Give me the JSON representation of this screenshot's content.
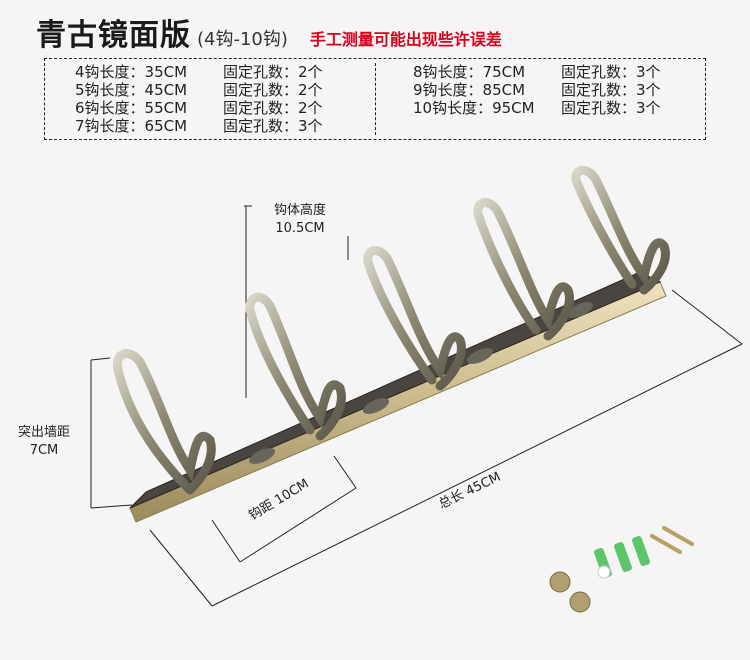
{
  "header": {
    "title": "青古镜面版",
    "subtitle": "(4钩-10钩)",
    "note": "手工测量可能出现些许误差"
  },
  "specs": {
    "left": [
      {
        "length": "4钩长度：35CM",
        "holes": "固定孔数：2个"
      },
      {
        "length": "5钩长度：45CM",
        "holes": "固定孔数：2个"
      },
      {
        "length": "6钩长度：55CM",
        "holes": "固定孔数：2个"
      },
      {
        "length": "7钩长度：65CM",
        "holes": "固定孔数：3个"
      }
    ],
    "right": [
      {
        "length": "8钩长度：75CM",
        "holes": "固定孔数：3个"
      },
      {
        "length": "9钩长度：85CM",
        "holes": "固定孔数：3个"
      },
      {
        "length": "10钩长度：95CM",
        "holes": "固定孔数：3个"
      }
    ]
  },
  "dimensions": {
    "hook_height_label": "钩体高度",
    "hook_height_value": "10.5CM",
    "wall_distance_label": "突出墙距",
    "wall_distance_value": "7CM",
    "hook_spacing": "钩距  10CM",
    "total_length": "总长  45CM"
  },
  "colors": {
    "hook_metal": "#8a8670",
    "rail_gold": "#c9b98a",
    "rail_dark": "#4a4540",
    "anchor_green": "#5cc46a",
    "screw_gold": "#b8a060",
    "title_red": "#d9001b"
  }
}
